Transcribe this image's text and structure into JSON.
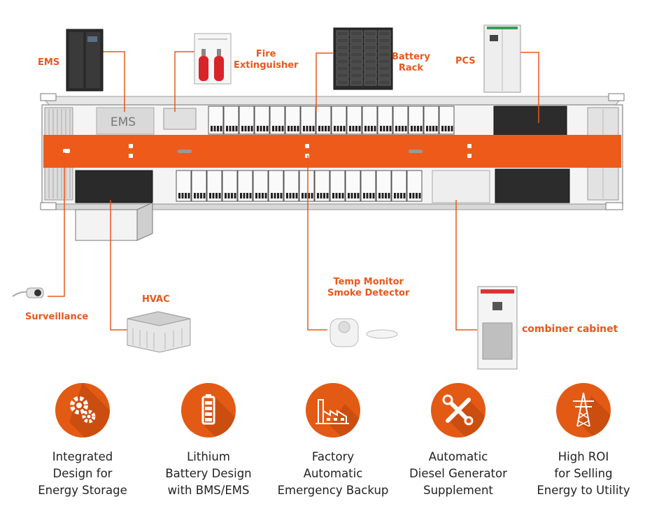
{
  "callouts": {
    "ems": "EMS",
    "fire": "Fire\nExtinguisher",
    "battery_rack": "Battery\nRack",
    "pcs": "PCS",
    "surveillance": "Surveillance",
    "hvac": "HVAC",
    "temp_monitor": "Temp Monitor\nSmoke Detector",
    "combiner": "combiner cabinet"
  },
  "container_labels": {
    "ems_box": "EMS"
  },
  "colors": {
    "accent": "#e8581c",
    "beam": "#ee5a1a",
    "icon_circle": "#e35a14"
  },
  "features": [
    {
      "icon": "gears-icon",
      "text": "Integrated\nDesign for\nEnergy Storage"
    },
    {
      "icon": "battery-icon",
      "text": "Lithium\nBattery Design\nwith BMS/EMS"
    },
    {
      "icon": "factory-icon",
      "text": "Factory\nAutomatic\nEmergency Backup"
    },
    {
      "icon": "tools-icon",
      "text": "Automatic\nDiesel Generator\nSupplement"
    },
    {
      "icon": "power-tower-icon",
      "text": "High ROI\nfor Selling\nEnergy to Utility"
    }
  ]
}
